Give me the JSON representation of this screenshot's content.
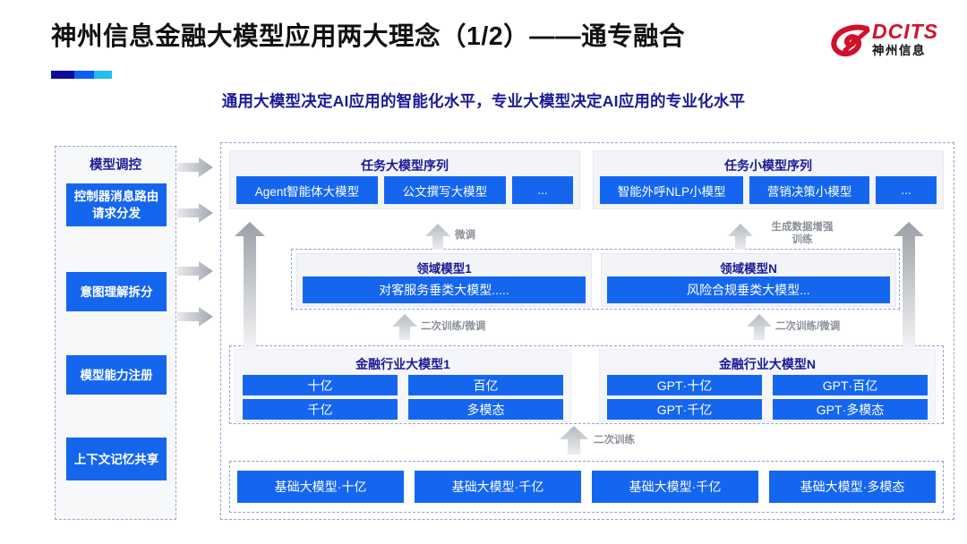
{
  "header": {
    "title": "神州信息金融大模型应用两大理念（1/2）——通专融合",
    "subtitle": "通用大模型决定AI应用的智能化水平，专业大模型决定AI应用的专业化水平",
    "accent_colors": [
      "#120a9c",
      "#0a5ef0",
      "#25bdf0"
    ]
  },
  "logo": {
    "en": "DCITS",
    "cn": "神州信息",
    "color": "#d1112b"
  },
  "control_panel": {
    "title": "模型调控",
    "items": [
      {
        "label": "控制器消息路由请求分发"
      },
      {
        "label": "意图理解拆分"
      },
      {
        "label": "模型能力注册"
      },
      {
        "label": "上下文记忆共享"
      }
    ]
  },
  "sequences": [
    {
      "title": "任务大模型序列",
      "items": [
        "Agent智能体大模型",
        "公文撰写大模型",
        "..."
      ]
    },
    {
      "title": "任务小模型序列",
      "items": [
        "智能外呼NLP小模型",
        "营销决策小模型",
        "..."
      ]
    }
  ],
  "domain_models": [
    {
      "title": "领域模型1",
      "item": "对客服务垂类大模型....."
    },
    {
      "title": "领域模型N",
      "item": "风险合规垂类大模型..."
    }
  ],
  "industry_models": [
    {
      "title": "金融行业大模型1",
      "items": [
        "十亿",
        "百亿",
        "千亿",
        "多模态"
      ]
    },
    {
      "title": "金融行业大模型N",
      "items": [
        "GPT·十亿",
        "GPT·百亿",
        "GPT·千亿",
        "GPT·多模态"
      ]
    }
  ],
  "foundation_models": {
    "items": [
      "基础大模型·十亿",
      "基础大模型·千亿",
      "基础大模型·千亿",
      "基础大模型·多模态"
    ]
  },
  "arrow_labels": {
    "fine_tune": "微调",
    "data_augment_line1": "生成数据增强",
    "data_augment_line2": "训练",
    "retrain_tune_left": "二次训练/微调",
    "retrain_tune_right": "二次训练/微调",
    "retrain": "二次训练"
  },
  "colors": {
    "chip_blue": "#1466ef",
    "title_navy": "#1a1a96",
    "arrow_gray": "#a9aeb6"
  }
}
